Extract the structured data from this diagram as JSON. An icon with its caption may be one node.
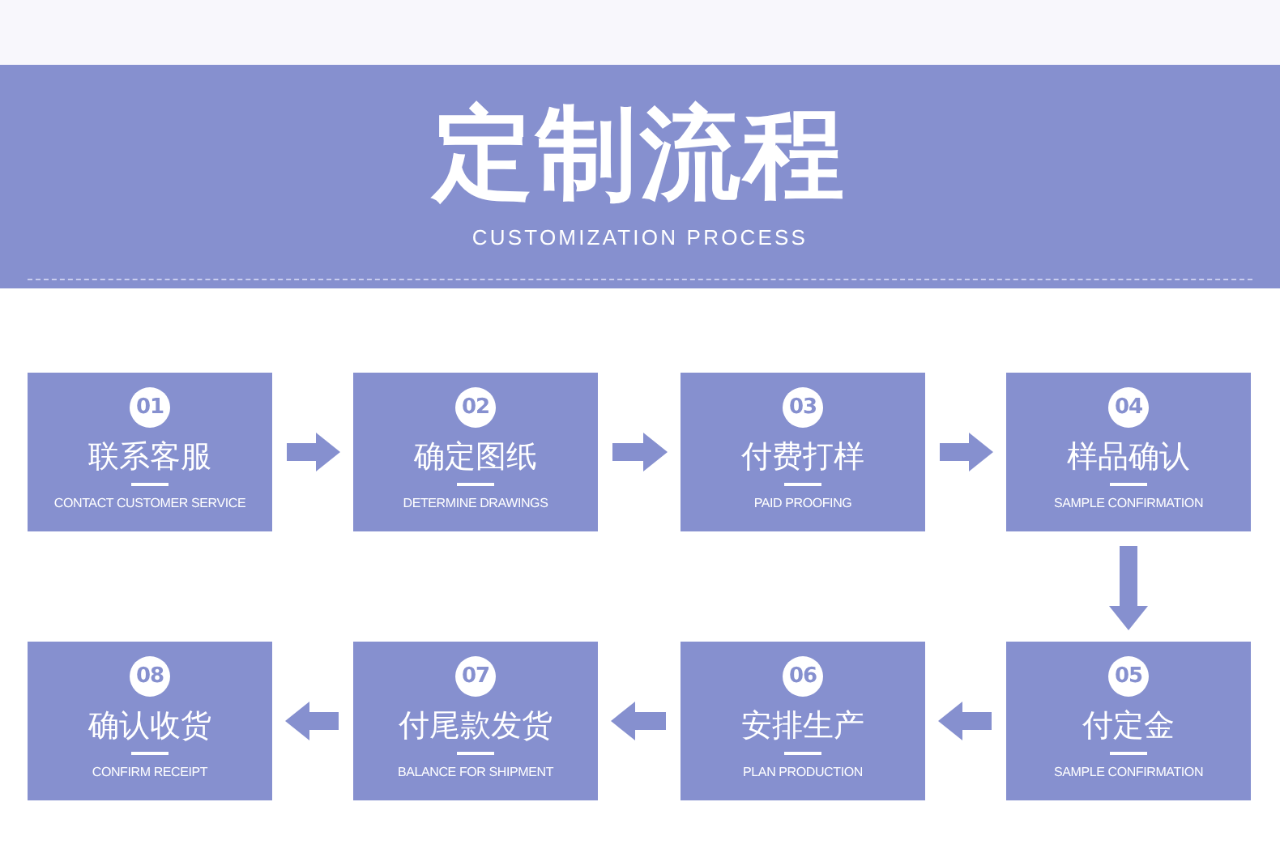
{
  "diagram": {
    "title": "定制流程",
    "nodes": [
      {
        "text": [
          "01",
          "联系客服",
          "CONTACT CUSTOMER SERVICE"
        ]
      },
      {
        "text": [
          "02",
          "确定图纸",
          "DETERMINE DRAWINGS"
        ]
      },
      {
        "text": [
          "03",
          "付费打样",
          "PAID PROOFING"
        ]
      },
      {
        "text": [
          "04",
          "样品确认",
          "SAMPLE CONFIRMATION"
        ]
      },
      {
        "text": [
          "05",
          "付定金",
          "SAMPLE CONFIRMATION"
        ]
      },
      {
        "text": [
          "06",
          "安排生产",
          "PLAN PRODUCTION"
        ]
      },
      {
        "text": [
          "07",
          "付尾款发货",
          "BALANCE FOR SHIPMENT"
        ]
      },
      {
        "text": [
          "08",
          "确认收货",
          "CONFIRM RECEIPT"
        ]
      }
    ],
    "edges": [
      {
        "from": 0,
        "to": 1,
        "arrow": "to"
      },
      {
        "from": 1,
        "to": 2,
        "arrow": "to"
      },
      {
        "from": 2,
        "to": 3,
        "arrow": "to"
      },
      {
        "from": 3,
        "to": 4,
        "arrow": "to"
      },
      {
        "from": 4,
        "to": 5,
        "arrow": "to"
      },
      {
        "from": 5,
        "to": 6,
        "arrow": "to"
      },
      {
        "from": 6,
        "to": 7,
        "arrow": "to"
      }
    ],
    "labels": [
      "CUSTOMIZATION PROCESS"
    ]
  }
}
